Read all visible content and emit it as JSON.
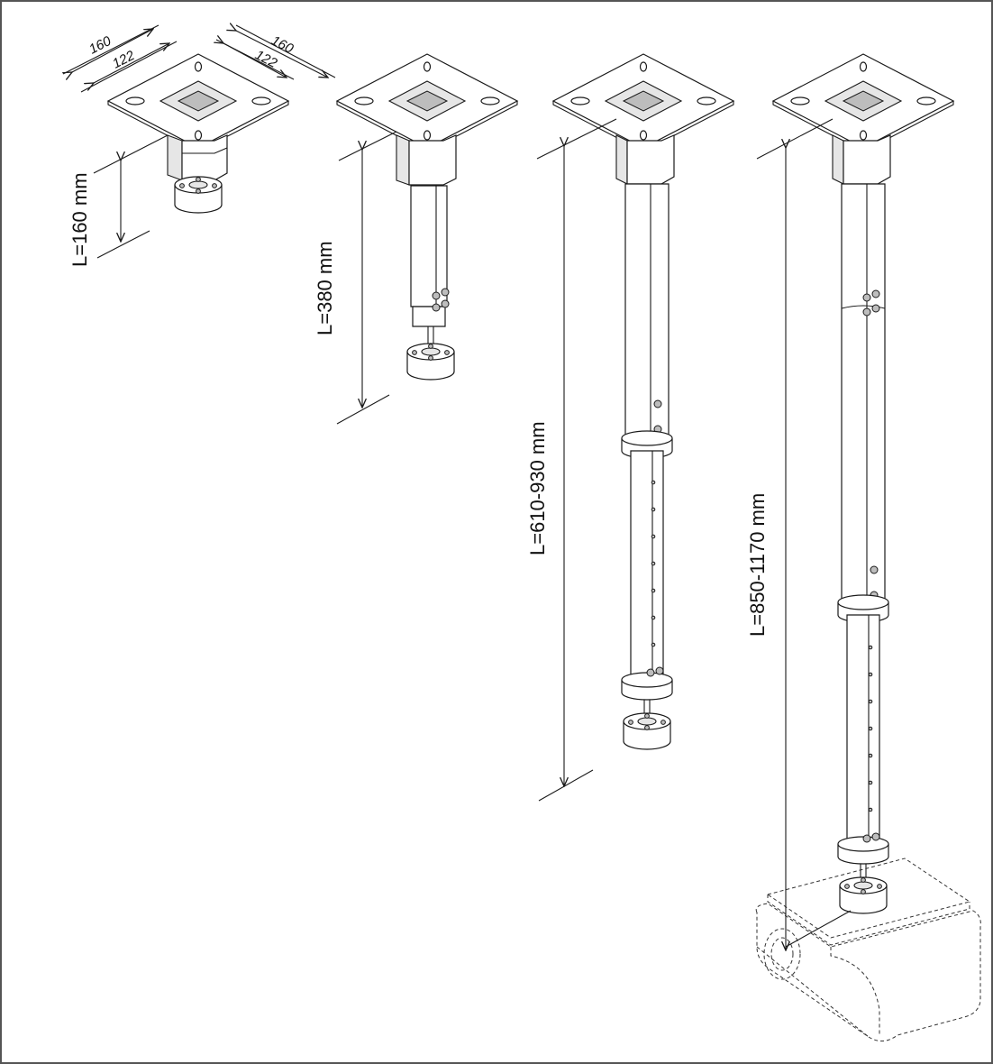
{
  "plate_dimensions": {
    "outer_left": "160",
    "inner_left": "122",
    "outer_right": "160",
    "inner_right": "122"
  },
  "variants": [
    {
      "length_label": "L=160 mm"
    },
    {
      "length_label": "L=380 mm"
    },
    {
      "length_label": "L=610-930 mm"
    },
    {
      "length_label": "L=850-1170 mm"
    }
  ],
  "colors": {
    "line": "#1a1a1a",
    "frame": "#555555"
  }
}
